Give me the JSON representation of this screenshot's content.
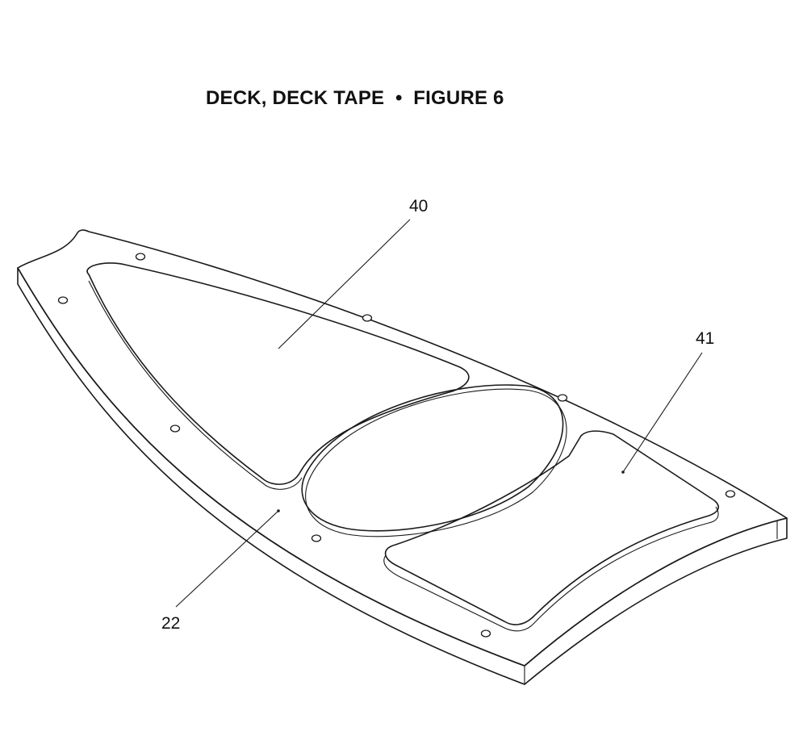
{
  "figure": {
    "title": "DECK, DECK TAPE  •  FIGURE 6"
  },
  "callouts": [
    {
      "id": "40",
      "label": "40"
    },
    {
      "id": "41",
      "label": "41"
    },
    {
      "id": "22",
      "label": "22"
    }
  ]
}
